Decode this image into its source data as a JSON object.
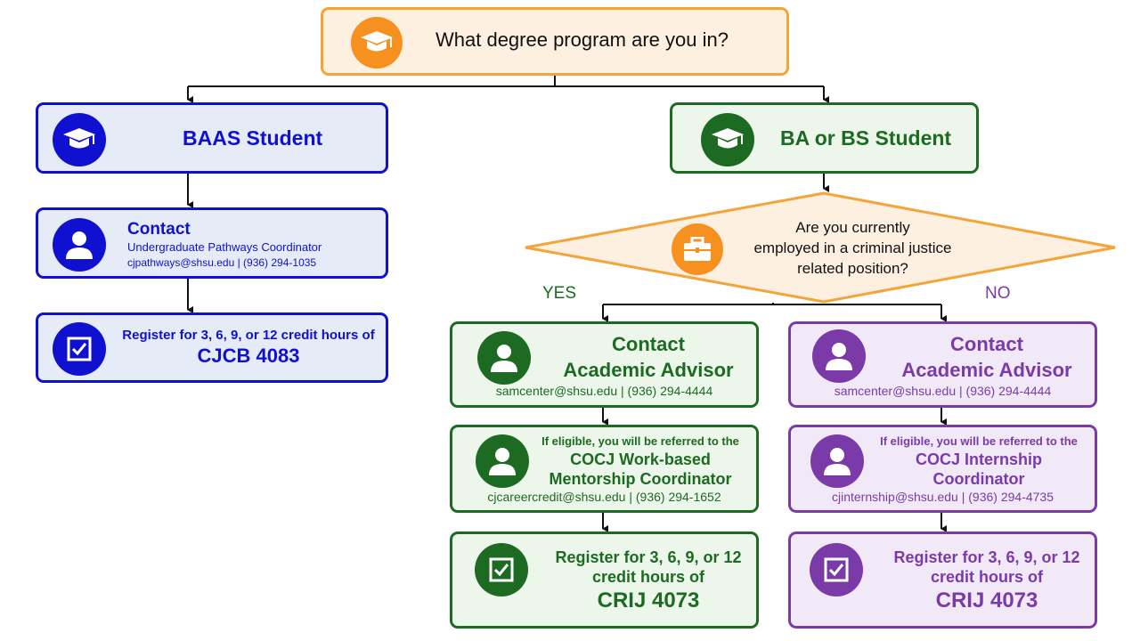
{
  "question": "What degree program are you in?",
  "left": {
    "title": "BAAS Student",
    "contact": {
      "heading": "Contact",
      "role": "Undergraduate Pathways Coordinator",
      "details": "cjpathways@shsu.edu  |  (936) 294-1035"
    },
    "register": {
      "line1": "Register for 3, 6, 9, or 12 credit hours of",
      "course": "CJCB 4083"
    }
  },
  "right": {
    "title": "BA or BS Student",
    "decision": {
      "line1": "Are you currently",
      "line2": "employed in a criminal justice",
      "line3": "related position?"
    },
    "yes_label": "YES",
    "no_label": "NO",
    "yes": {
      "contact_line1": "Contact",
      "contact_line2": "Academic Advisor",
      "contact_details": "samcenter@shsu.edu  |  (936) 294-4444",
      "referral_intro": "If eligible, you will be referred to the",
      "referral_line1": "COCJ Work-based",
      "referral_line2": "Mentorship Coordinator",
      "referral_details": "cjcareercredit@shsu.edu  |  (936) 294-1652",
      "register_line1": "Register for 3, 6, 9, or 12",
      "register_line2": "credit hours of",
      "course": "CRIJ 4073"
    },
    "no": {
      "contact_line1": "Contact",
      "contact_line2": "Academic Advisor",
      "contact_details": "samcenter@shsu.edu  |  (936) 294-4444",
      "referral_intro": "If eligible, you will be referred to the",
      "referral_line1": "COCJ Internship",
      "referral_line2": "Coordinator",
      "referral_details": "cjinternship@shsu.edu  |  (936) 294-4735",
      "register_line1": "Register for 3, 6, 9, or 12",
      "register_line2": "credit hours of",
      "course": "CRIJ 4073"
    }
  },
  "colors": {
    "orange": "#f3a43b",
    "blue": "#1010d0",
    "green": "#1d6b22",
    "purple": "#7a3ba8"
  },
  "icons": [
    "graduation-cap-icon",
    "person-icon",
    "checkbox-icon",
    "briefcase-icon"
  ]
}
